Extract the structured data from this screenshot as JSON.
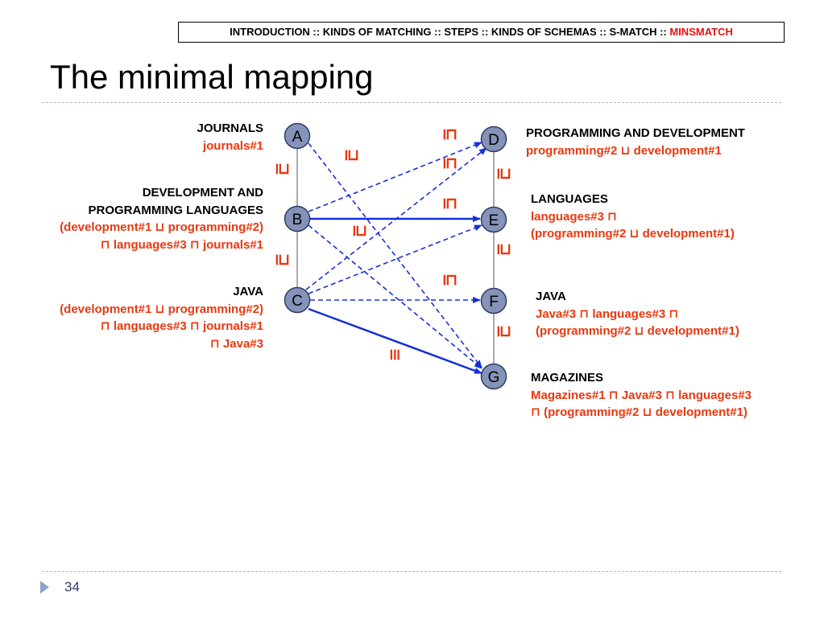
{
  "breadcrumb": {
    "path": "INTRODUCTION :: KINDS OF MATCHING :: STEPS :: KINDS OF SCHEMAS :: S-MATCH :: ",
    "current": "MINSMATCH"
  },
  "title": "The minimal mapping",
  "page_number": "34",
  "nodes": [
    {
      "id": "A",
      "label": "A"
    },
    {
      "id": "B",
      "label": "B"
    },
    {
      "id": "C",
      "label": "C"
    },
    {
      "id": "D",
      "label": "D"
    },
    {
      "id": "E",
      "label": "E"
    },
    {
      "id": "F",
      "label": "F"
    },
    {
      "id": "G",
      "label": "G"
    }
  ],
  "tree_relations": [
    "⊒",
    "⊒",
    "⊒",
    "⊒",
    "⊒"
  ],
  "mapping_relations": [
    "⊑",
    "⊒",
    "⊑",
    "⊑",
    "⊒",
    "⊑",
    "≡"
  ],
  "left_labels": {
    "journals": {
      "name": "JOURNALS",
      "formula": [
        "journals#1"
      ]
    },
    "dev_prog_lang": {
      "name": [
        "DEVELOPMENT AND",
        "PROGRAMMING LANGUAGES"
      ],
      "formula": [
        "(development#1 ⊔  programming#2)",
        "⊓  languages#3 ⊓ journals#1"
      ]
    },
    "java": {
      "name": "JAVA",
      "formula": [
        "(development#1 ⊔  programming#2)",
        "⊓  languages#3 ⊓ journals#1",
        "⊓ Java#3"
      ]
    }
  },
  "right_labels": {
    "prog_dev": {
      "name": "PROGRAMMING AND DEVELOPMENT",
      "formula": [
        "programming#2 ⊔ development#1"
      ]
    },
    "languages": {
      "name": "LANGUAGES",
      "formula": [
        "languages#3 ⊓",
        "(programming#2 ⊔ development#1)"
      ]
    },
    "java": {
      "name": "JAVA",
      "formula": [
        "Java#3 ⊓ languages#3 ⊓",
        "(programming#2 ⊔ development#1)"
      ]
    },
    "magazines": {
      "name": "MAGAZINES",
      "formula": [
        "Magazines#1 ⊓ Java#3 ⊓ languages#3",
        "⊓ (programming#2 ⊔ development#1)"
      ]
    }
  },
  "colors": {
    "node_fill": "#8593b8",
    "mapping_line": "#1530d8",
    "relation_red": "#e8380f",
    "formula_red": "#e8380f"
  }
}
